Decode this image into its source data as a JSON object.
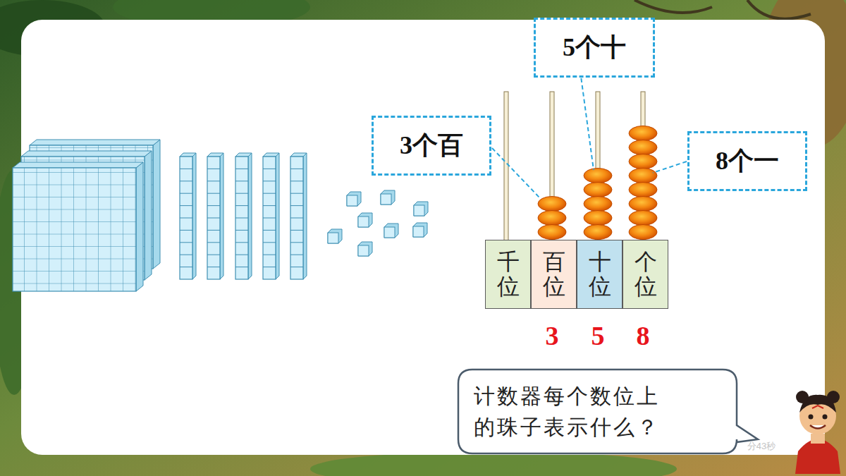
{
  "diagram": {
    "nodes": [
      {
        "text": [
          "5个十"
        ]
      },
      {
        "text": [
          "3个百"
        ]
      },
      {
        "text": [
          "8个一"
        ]
      },
      {
        "text": [
          "千位"
        ]
      },
      {
        "text": [
          "百位"
        ]
      },
      {
        "text": [
          "十位"
        ]
      },
      {
        "text": [
          "个位"
        ]
      },
      {
        "text": [
          "计数器每个数位上的珠子表示什么？"
        ]
      }
    ],
    "labels": [
      "3",
      "5",
      "8",
      "分43秒"
    ]
  }
}
